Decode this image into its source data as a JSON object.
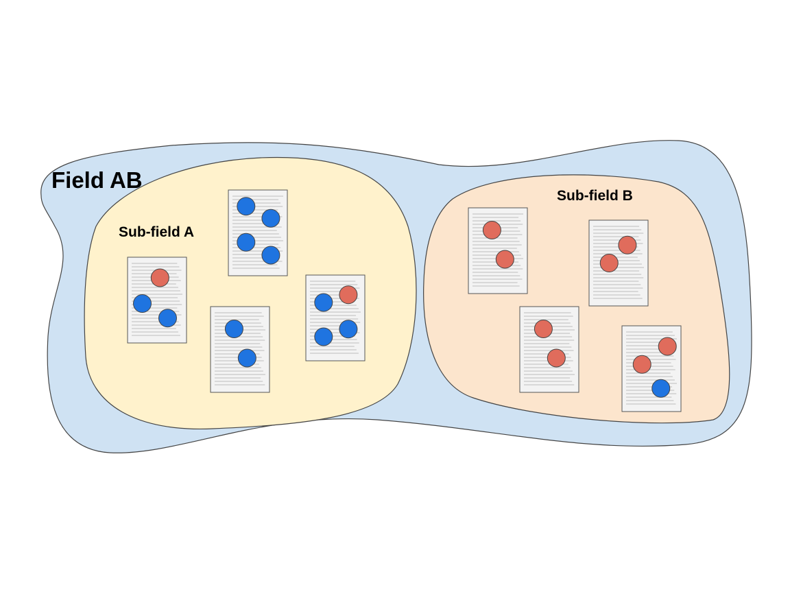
{
  "field": {
    "label": "Field AB",
    "fill": "#cfe2f3"
  },
  "subfields": [
    {
      "id": "a",
      "label": "Sub-field A",
      "fill": "#fff2cc",
      "documents": [
        {
          "dots": [
            "red",
            "blue",
            "blue"
          ]
        },
        {
          "dots": [
            "blue",
            "blue",
            "blue",
            "blue"
          ]
        },
        {
          "dots": [
            "blue",
            "blue"
          ]
        },
        {
          "dots": [
            "blue",
            "red",
            "blue",
            "blue"
          ]
        }
      ]
    },
    {
      "id": "b",
      "label": "Sub-field B",
      "fill": "#fce5cd",
      "documents": [
        {
          "dots": [
            "red",
            "red"
          ]
        },
        {
          "dots": [
            "red",
            "red"
          ]
        },
        {
          "dots": [
            "red",
            "red"
          ]
        },
        {
          "dots": [
            "red",
            "red",
            "blue"
          ]
        }
      ]
    }
  ],
  "colors": {
    "red": "#e06c5c",
    "blue": "#1f74e0",
    "document": "#f3f3f3",
    "outline": "#555555"
  }
}
